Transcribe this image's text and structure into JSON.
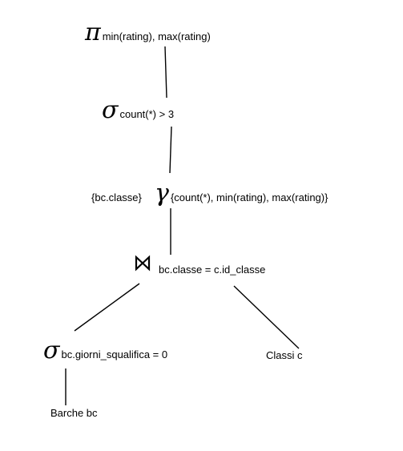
{
  "diagram": {
    "projection": {
      "symbol": "π",
      "subscript": "min(rating), max(rating)"
    },
    "having_selection": {
      "symbol": "σ",
      "subscript": "count(*) > 3"
    },
    "grouping": {
      "group_by": "{bc.classe}",
      "symbol": "γ",
      "aggregates": "{count(*), min(rating), max(rating)}"
    },
    "join": {
      "symbol": "⋈",
      "condition": "bc.classe = c.id_classe"
    },
    "where_selection": {
      "symbol": "σ",
      "subscript": "bc.giorni_squalifica = 0"
    },
    "relations": {
      "left": "Barche bc",
      "right": "Classi c"
    }
  }
}
